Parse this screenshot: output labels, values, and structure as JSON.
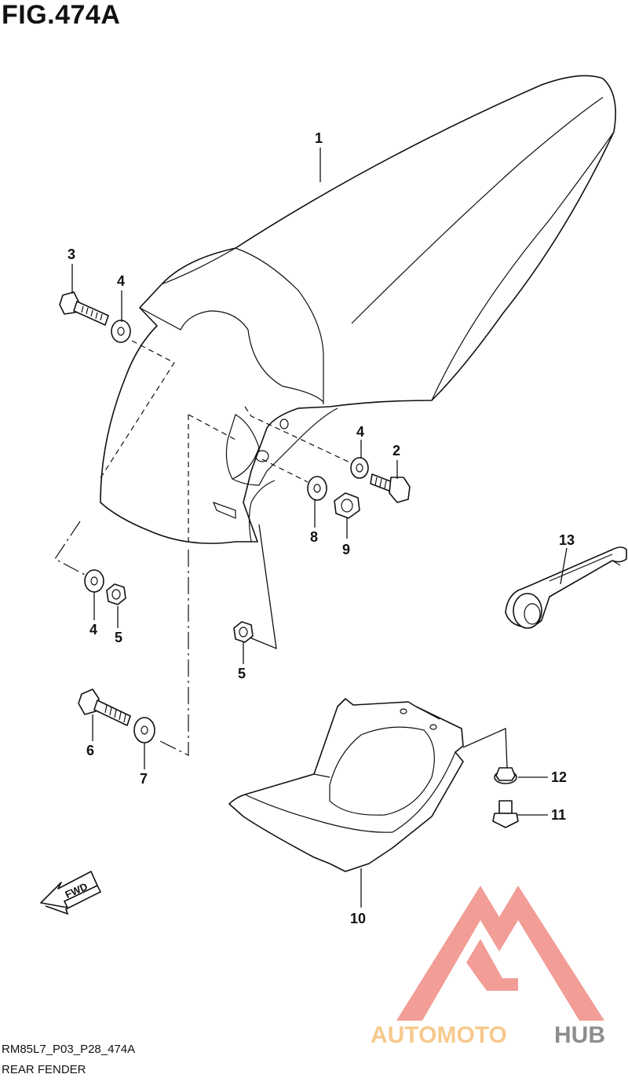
{
  "figure": {
    "title": "FIG.474A",
    "code": "RM85L7_P03_P28_474A",
    "name": "REAR FENDER"
  },
  "callouts": {
    "c1": "1",
    "c2": "2",
    "c3": "3",
    "c4a": "4",
    "c4b": "4",
    "c4c": "4",
    "c5a": "5",
    "c5b": "5",
    "c6": "6",
    "c7": "7",
    "c8": "8",
    "c9": "9",
    "c10": "10",
    "c11": "11",
    "c12": "12",
    "c13": "13"
  },
  "direction_arrow": {
    "label": "FWD"
  },
  "watermark": {
    "brand_part1": "AUTOMOTO",
    "brand_part2": "HUB",
    "color_primary": "#f08c84",
    "color_accent": "#f5c07a",
    "color_dark": "#7a7a7a"
  }
}
